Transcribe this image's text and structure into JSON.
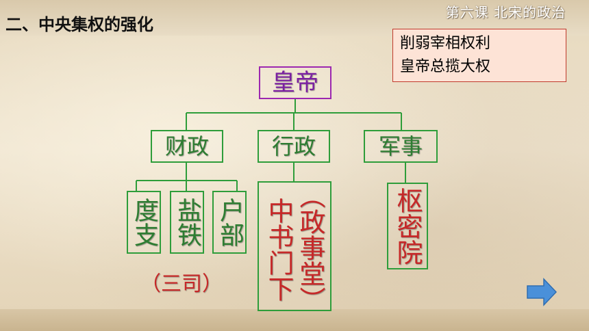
{
  "header": {
    "heading": "二、中央集权的强化",
    "lesson_title": "第六课 北宋的政治"
  },
  "summary": {
    "line1": "削弱宰相权利",
    "line2": "皇帝总揽大权"
  },
  "diagram": {
    "emperor": "皇帝",
    "branches": {
      "finance": "财政",
      "administration": "行政",
      "military": "军事"
    },
    "finance_offices": {
      "duzhi": "度支",
      "yantie": "盐铁",
      "hubu": "户部",
      "group_label": "（三司）"
    },
    "administration_office": {
      "zhongshu": "中书门下",
      "alias": "（政事堂）"
    },
    "military_office": "枢密院"
  },
  "nav": {
    "next_icon": "right-arrow-icon"
  },
  "colors": {
    "emperor_border": "#9c27b0",
    "line_green": "#2e9d3a",
    "text_green": "#2e7d32",
    "text_red": "#c62828",
    "summary_bg": "#fde3d6",
    "arrow_blue": "#4a90d9"
  }
}
